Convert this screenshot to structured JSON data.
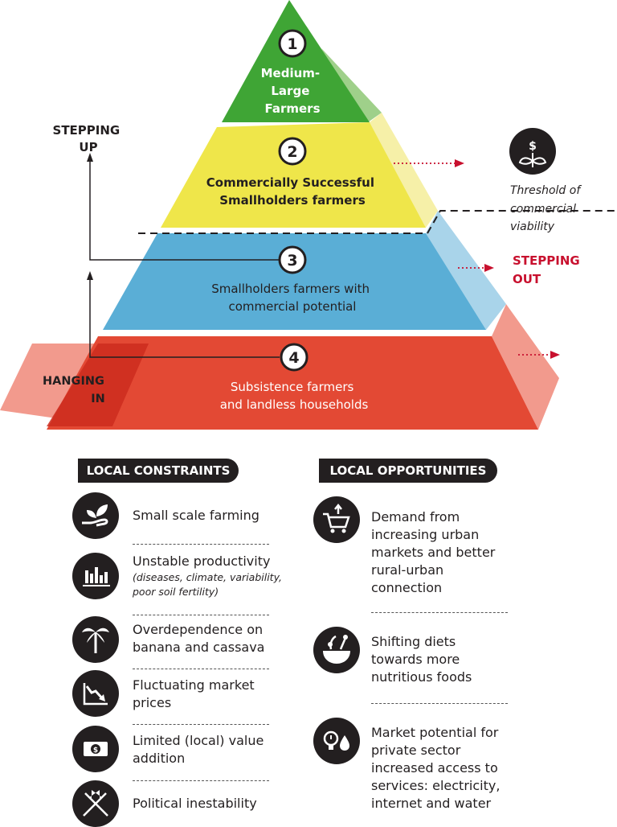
{
  "pyramid": {
    "tiers": [
      {
        "number": "1",
        "label_lines": [
          "Medium-",
          "Large",
          "Farmers"
        ],
        "color": "#3fa535"
      },
      {
        "number": "2",
        "label_lines": [
          "Commercially Successful",
          "Smallholders farmers"
        ],
        "color": "#efe64a"
      },
      {
        "number": "3",
        "label_lines": [
          "Smallholders farmers with",
          "commercial potential"
        ],
        "color": "#5aaed6"
      },
      {
        "number": "4",
        "label_lines": [
          "Subsistence farmers",
          "and landless households"
        ],
        "color": "#e34934"
      }
    ],
    "stepping_up_lines": [
      "STEPPING",
      "UP"
    ],
    "stepping_out_lines": [
      "STEPPING",
      "OUT"
    ],
    "hanging_in_lines": [
      "HANGING",
      "IN"
    ],
    "threshold_lines": [
      "Threshold of",
      "commercial",
      "viability"
    ],
    "threshold_icon": "dollar-plant-icon",
    "accent_red": "#c8102e"
  },
  "constraints": {
    "header": "LOCAL CONSTRAINTS",
    "items": [
      {
        "icon": "hand-seedling-icon",
        "text": "Small scale farming",
        "sub": ""
      },
      {
        "icon": "bar-chart-icon",
        "text": "Unstable productivity",
        "sub": "(diseases, climate, variability, poor soil fertility)"
      },
      {
        "icon": "palm-tree-icon",
        "text": "Overdependence on banana and cassava",
        "sub": ""
      },
      {
        "icon": "falling-chart-icon",
        "text": "Fluctuating market prices",
        "sub": ""
      },
      {
        "icon": "money-icon",
        "text": "Limited (local) value addition",
        "sub": ""
      },
      {
        "icon": "crossed-flags-icon",
        "text": "Political inestability",
        "sub": ""
      }
    ]
  },
  "opportunities": {
    "header": "LOCAL OPPORTUNITIES",
    "items": [
      {
        "icon": "shopping-cart-icon",
        "text": "Demand from increasing urban markets and better rural-urban connection"
      },
      {
        "icon": "food-bowl-icon",
        "text": "Shifting diets towards more nutritious foods"
      },
      {
        "icon": "bulb-drop-icon",
        "text": "Market potential for private sector increased access to services: electricity, internet and water"
      }
    ]
  }
}
